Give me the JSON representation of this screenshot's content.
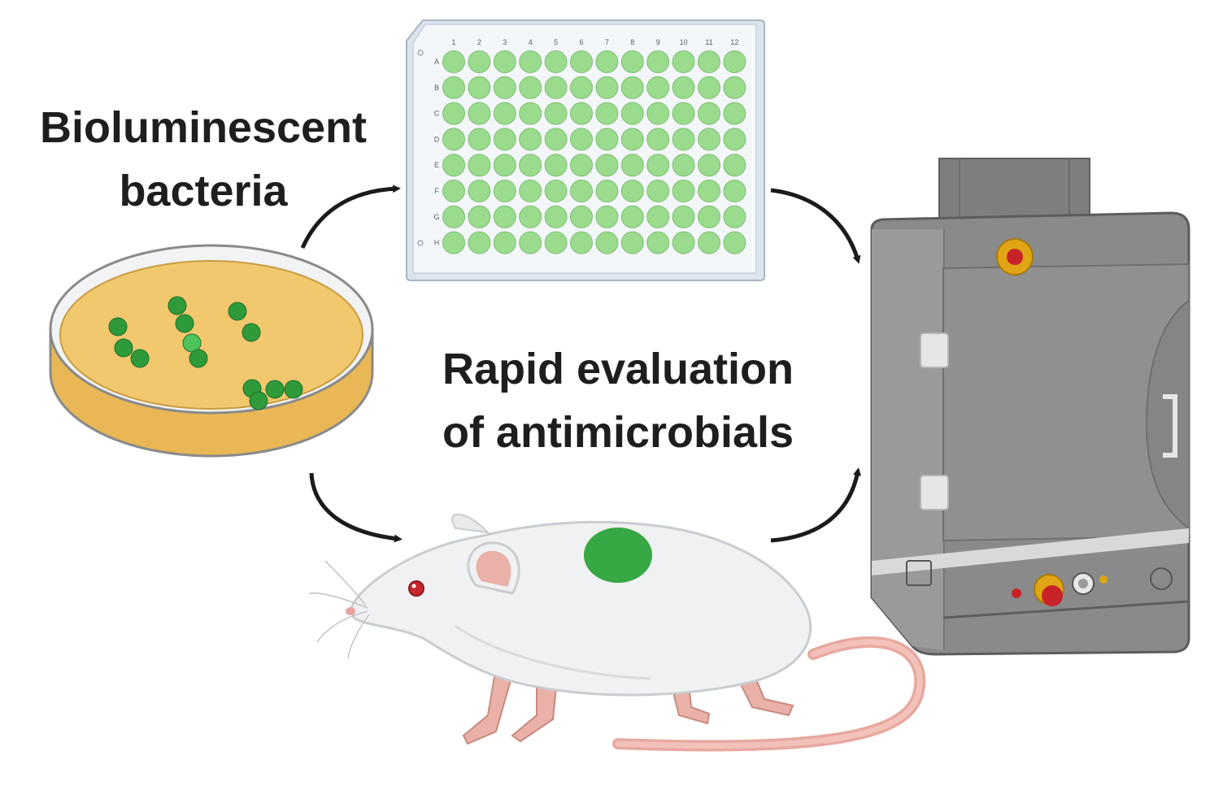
{
  "captions": {
    "bacteria": [
      "Bioluminescent",
      "bacteria"
    ],
    "evaluation": [
      "Rapid evaluation",
      "of antimicrobials"
    ]
  },
  "plate": {
    "columns": [
      "1",
      "2",
      "3",
      "4",
      "5",
      "6",
      "7",
      "8",
      "9",
      "10",
      "11",
      "12"
    ],
    "rows": [
      "A",
      "B",
      "C",
      "D",
      "E",
      "F",
      "G",
      "H"
    ]
  },
  "colors": {
    "well": "#9bdb8e",
    "agar": "#f1c86e",
    "colony": "#2f9a3a",
    "glow_spot": "#37a844",
    "imager_body": "#8a8a8a",
    "arrow": "#1b1b1b"
  },
  "icons": [
    "petri-dish-icon",
    "well-plate-icon",
    "mouse-icon",
    "imaging-system-icon",
    "arrow-icon"
  ]
}
